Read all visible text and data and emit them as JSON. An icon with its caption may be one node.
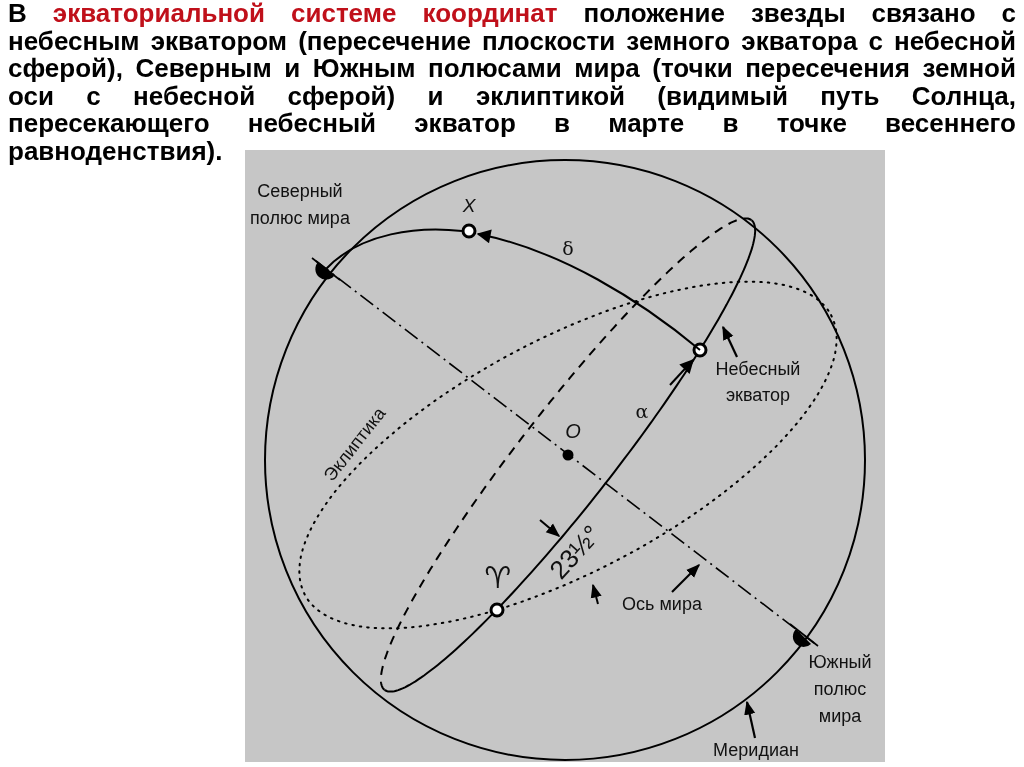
{
  "diagram": {
    "title": "В **экваториальной системе координат** положение звезды связано с небесным экватором (пересечение плоскости земного экватора с небесной сферой), Северным и Южным полюсами мира (точки пересечения земной оси с небесной сферой) и эклиптикой (видимый путь Солнца, пересекающего небесный экватор в марте в точке весеннего равноденствия).",
    "nodes": [
      {
        "text": [
          "Небесный экватор"
        ]
      },
      {
        "text": [
          "Ось мира"
        ]
      },
      {
        "text": [
          "Меридиан"
        ]
      }
    ],
    "edges": [
      {
        "from": 0,
        "to": null,
        "arrow": "to"
      },
      {
        "from": 1,
        "to": null,
        "arrow": "to"
      },
      {
        "from": 2,
        "to": null,
        "arrow": "to"
      }
    ],
    "labels": [
      "Северный полюс мира",
      "X",
      "δ",
      "O",
      "Эклиптика",
      "α",
      "23½°",
      "♈",
      "Южный полюс мира"
    ]
  }
}
